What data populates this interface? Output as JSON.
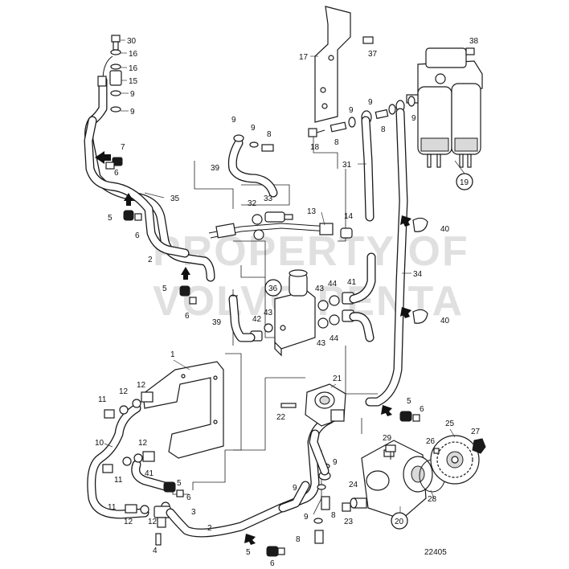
{
  "drawing_number": "22405",
  "watermark": [
    "PROPERTY OF",
    "VOLVO PENTA"
  ],
  "callouts": [
    {
      "id": "c30",
      "text": "30"
    },
    {
      "id": "c16a",
      "text": "16"
    },
    {
      "id": "c16b",
      "text": "16"
    },
    {
      "id": "c15",
      "text": "15"
    },
    {
      "id": "c9a",
      "text": "9"
    },
    {
      "id": "c9b",
      "text": "9"
    },
    {
      "id": "c7",
      "text": "7"
    },
    {
      "id": "c6a",
      "text": "6"
    },
    {
      "id": "c35",
      "text": "35"
    },
    {
      "id": "c5a",
      "text": "5"
    },
    {
      "id": "c6b",
      "text": "6"
    },
    {
      "id": "c2a",
      "text": "2"
    },
    {
      "id": "c5b",
      "text": "5"
    },
    {
      "id": "c6c",
      "text": "6"
    },
    {
      "id": "c9c",
      "text": "9"
    },
    {
      "id": "c9d",
      "text": "9"
    },
    {
      "id": "c8a",
      "text": "8"
    },
    {
      "id": "c39a",
      "text": "39"
    },
    {
      "id": "c32",
      "text": "32"
    },
    {
      "id": "c33",
      "text": "33"
    },
    {
      "id": "c13",
      "text": "13"
    },
    {
      "id": "c14",
      "text": "14"
    },
    {
      "id": "c17",
      "text": "17"
    },
    {
      "id": "c37",
      "text": "37"
    },
    {
      "id": "c18",
      "text": "18"
    },
    {
      "id": "c8b",
      "text": "8"
    },
    {
      "id": "c9e",
      "text": "9"
    },
    {
      "id": "c9f",
      "text": "9"
    },
    {
      "id": "c8c",
      "text": "8"
    },
    {
      "id": "c9g",
      "text": "9"
    },
    {
      "id": "c38",
      "text": "38"
    },
    {
      "id": "c31",
      "text": "31"
    },
    {
      "id": "c40a",
      "text": "40"
    },
    {
      "id": "c34",
      "text": "34"
    },
    {
      "id": "c40b",
      "text": "40"
    },
    {
      "id": "c43a",
      "text": "43"
    },
    {
      "id": "c44a",
      "text": "44"
    },
    {
      "id": "c41a",
      "text": "41"
    },
    {
      "id": "c39b",
      "text": "39"
    },
    {
      "id": "c42",
      "text": "42"
    },
    {
      "id": "c43b",
      "text": "43"
    },
    {
      "id": "c43c",
      "text": "43"
    },
    {
      "id": "c44b",
      "text": "44"
    },
    {
      "id": "c1",
      "text": "1"
    },
    {
      "id": "c11a",
      "text": "11"
    },
    {
      "id": "c12a",
      "text": "12"
    },
    {
      "id": "c12b",
      "text": "12"
    },
    {
      "id": "c10",
      "text": "10"
    },
    {
      "id": "c12c",
      "text": "12"
    },
    {
      "id": "c11b",
      "text": "11"
    },
    {
      "id": "c41b",
      "text": "41"
    },
    {
      "id": "c5c",
      "text": "5"
    },
    {
      "id": "c6d",
      "text": "6"
    },
    {
      "id": "c11c",
      "text": "11"
    },
    {
      "id": "c12d",
      "text": "12"
    },
    {
      "id": "c12e",
      "text": "12"
    },
    {
      "id": "c3",
      "text": "3"
    },
    {
      "id": "c4",
      "text": "4"
    },
    {
      "id": "c2b",
      "text": "2"
    },
    {
      "id": "c5d",
      "text": "5"
    },
    {
      "id": "c6e",
      "text": "6"
    },
    {
      "id": "c21",
      "text": "21"
    },
    {
      "id": "c22",
      "text": "22"
    },
    {
      "id": "c9h",
      "text": "9"
    },
    {
      "id": "c9i",
      "text": "9"
    },
    {
      "id": "c9j",
      "text": "9"
    },
    {
      "id": "c8d",
      "text": "8"
    },
    {
      "id": "c8e",
      "text": "8"
    },
    {
      "id": "c29",
      "text": "29"
    },
    {
      "id": "c5e",
      "text": "5"
    },
    {
      "id": "c6f",
      "text": "6"
    },
    {
      "id": "c26",
      "text": "26"
    },
    {
      "id": "c25",
      "text": "25"
    },
    {
      "id": "c27",
      "text": "27"
    },
    {
      "id": "c24",
      "text": "24"
    },
    {
      "id": "c23",
      "text": "23"
    },
    {
      "id": "c28",
      "text": "28"
    }
  ],
  "circled_callouts": [
    {
      "id": "cc19",
      "text": "19"
    },
    {
      "id": "cc36",
      "text": "36"
    },
    {
      "id": "cc20",
      "text": "20"
    }
  ]
}
